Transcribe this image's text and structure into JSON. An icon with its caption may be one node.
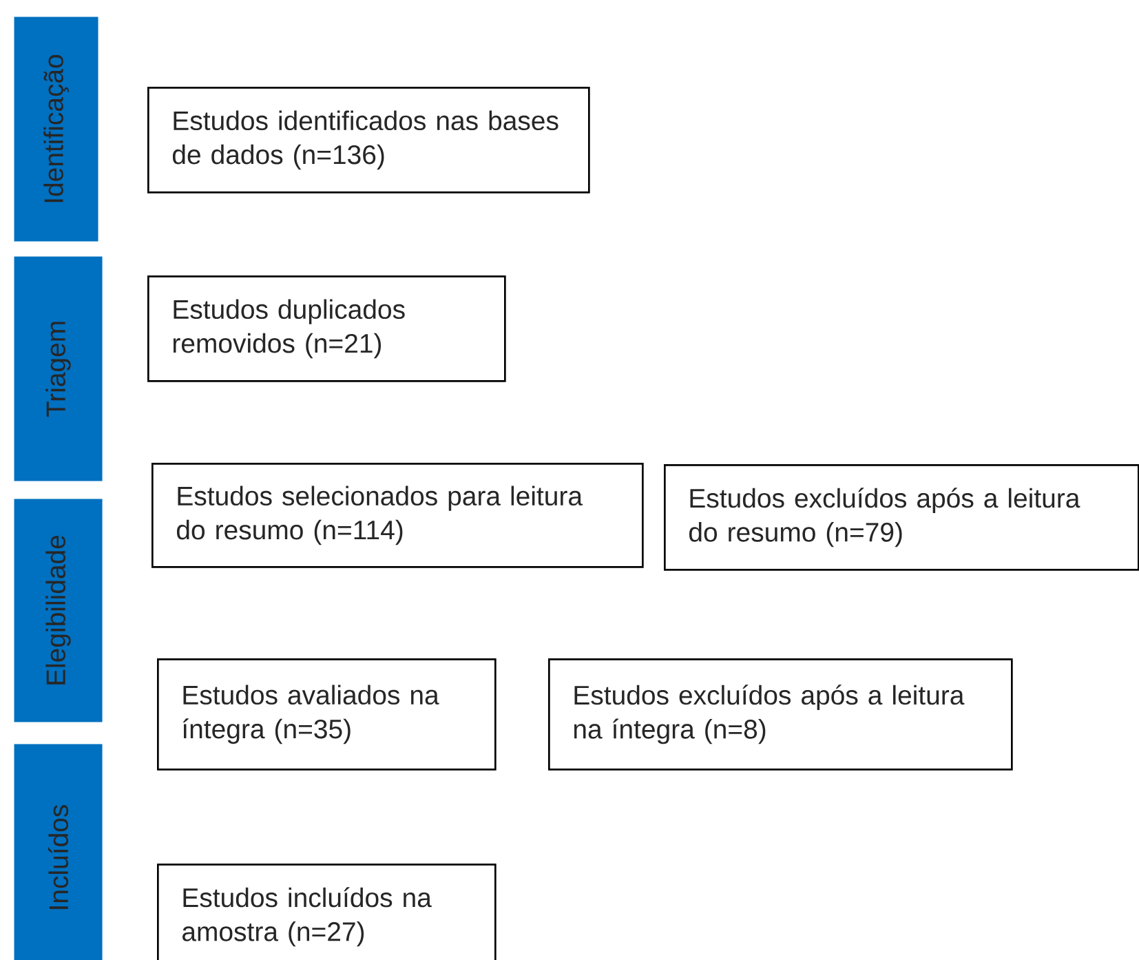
{
  "diagram": {
    "nodes": [
      {
        "text": [
          "Identificação"
        ]
      },
      {
        "text": [
          "Triagem"
        ]
      },
      {
        "text": [
          "Elegibilidade"
        ]
      },
      {
        "text": [
          "Incluídos"
        ]
      },
      {
        "text": [
          "Estudos identificados nas bases de dados (n=136)"
        ]
      },
      {
        "text": [
          "Estudos duplicados removidos (n=21)"
        ]
      },
      {
        "text": [
          "Estudos selecionados para leitura do resumo (n=114)"
        ]
      },
      {
        "text": [
          "Estudos excluídos após a leitura do resumo (n=79)"
        ]
      },
      {
        "text": [
          "Estudos avaliados na íntegra (n=35)"
        ]
      },
      {
        "text": [
          "Estudos excluídos após a leitura na íntegra (n=8)"
        ]
      },
      {
        "text": [
          "Estudos incluídos na amostra (n=27)"
        ]
      }
    ],
    "edges": []
  }
}
